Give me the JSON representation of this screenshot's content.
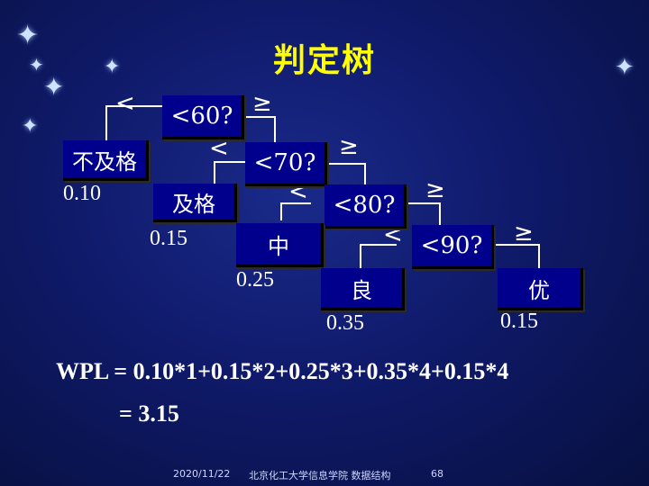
{
  "title": "判定树",
  "tree": {
    "nodes": [
      {
        "label": "<60?"
      },
      {
        "label": "<70?"
      },
      {
        "label": "<80?"
      },
      {
        "label": "<90?"
      }
    ],
    "leaves": [
      {
        "label": "不及格",
        "weight": "0.10"
      },
      {
        "label": "及格",
        "weight": "0.15"
      },
      {
        "label": "中",
        "weight": "0.25"
      },
      {
        "label": "良",
        "weight": "0.35"
      },
      {
        "label": "优",
        "weight": "0.15"
      }
    ],
    "less_symbol": "<",
    "geq_symbol": "≥"
  },
  "formula": {
    "line1": "WPL = 0.10*1+0.15*2+0.25*3+0.35*4+0.15*4",
    "line2": "= 3.15"
  },
  "footer": {
    "date": "2020/11/22",
    "source": "北京化工大学信息学院 数据结构",
    "page": "68"
  },
  "colors": {
    "background": "#0f1a6a",
    "node_fill": "#00008c",
    "title": "#ffff00",
    "text": "#ffffff"
  }
}
